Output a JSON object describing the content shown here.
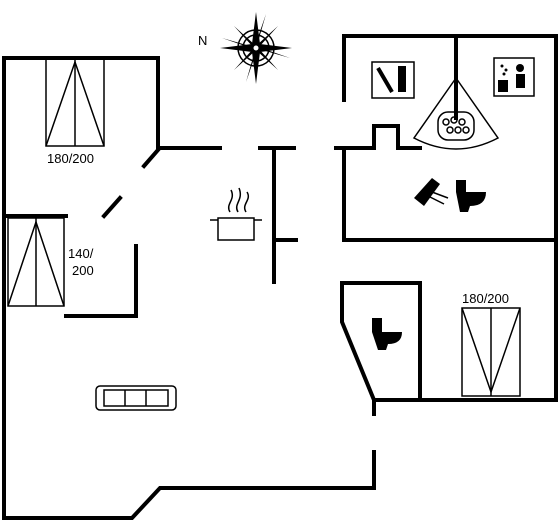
{
  "compass": {
    "north_label": "N"
  },
  "beds": [
    {
      "label": "180/200"
    },
    {
      "label_line1": "140/",
      "label_line2": "200"
    },
    {
      "label": "180/200"
    }
  ],
  "icons": [
    "compass-icon",
    "double-bed-icon",
    "bunk-bed-icon",
    "kitchen-pot-icon",
    "sofa-icon",
    "toilet-icon",
    "shower-icon",
    "sauna-icon",
    "spa-whirlpool-icon",
    "washing-icon"
  ]
}
